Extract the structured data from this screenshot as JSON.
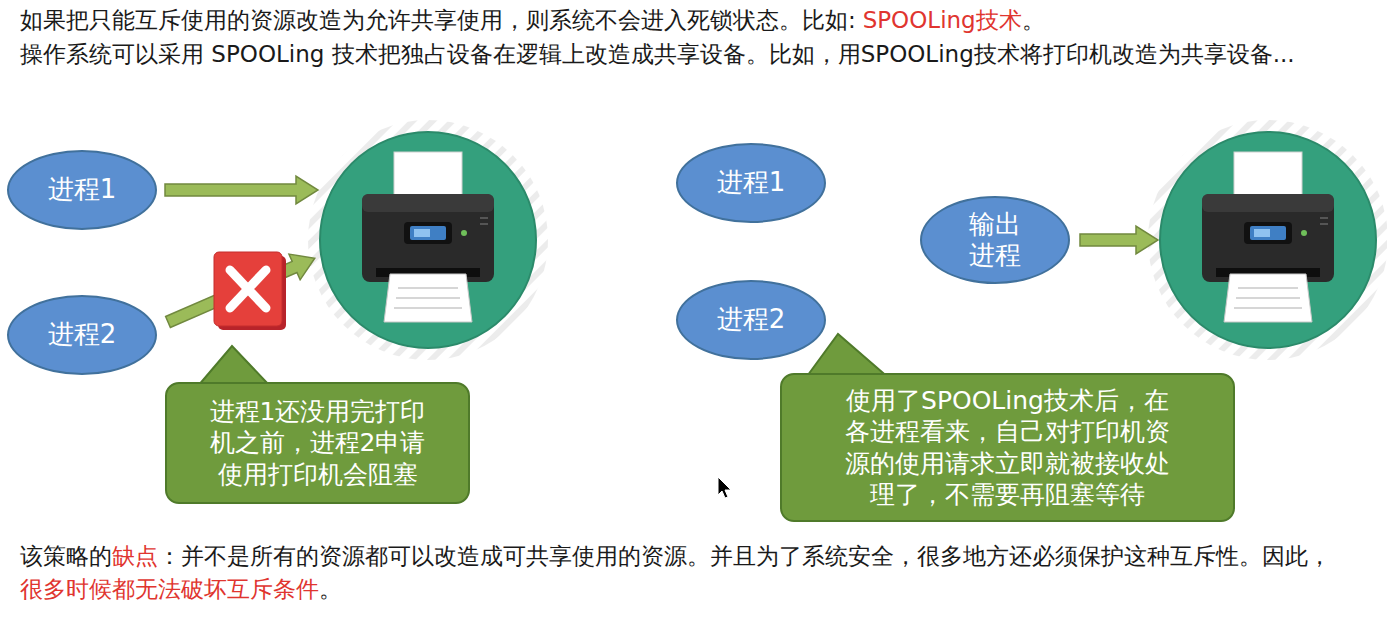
{
  "diagram": {
    "nodes": [
      {
        "text": [
          "进程1"
        ]
      },
      {
        "text": [
          "进程1"
        ]
      },
      {
        "text": [
          "输出 进程"
        ]
      },
      {
        "text": [
          "进程2"
        ]
      },
      {
        "text": [
          "进程2"
        ]
      },
      {
        "text": [
          "进程1还没用完打印机之前，进程2申请使用打印机会阻塞"
        ]
      },
      {
        "text": [
          "使用了SPOOLing技术后，在各进程看来，自己对打印机资源的使用请求立即就被接收处理了，不需要再阻塞等待"
        ]
      }
    ],
    "labels": [
      "如果把只能互斥使用的资源改造为允许共享使用，则系统不会进入死锁状态。比如:",
      "SPOOLing技术",
      "。",
      "操作系统可以采用 SPOOLing 技术把独占设备在逻辑上改造成共享设备。比如，用SPOOLing技术将打印机改造为共享设备...",
      "该策略的",
      "缺点",
      "：并不是所有的资源都可以改造成可共享使用的资源。并且为了系统安全，很多地方还必须保护这种互斥性。因此，",
      "很多时候都无法破坏互斥条件",
      "。"
    ]
  }
}
